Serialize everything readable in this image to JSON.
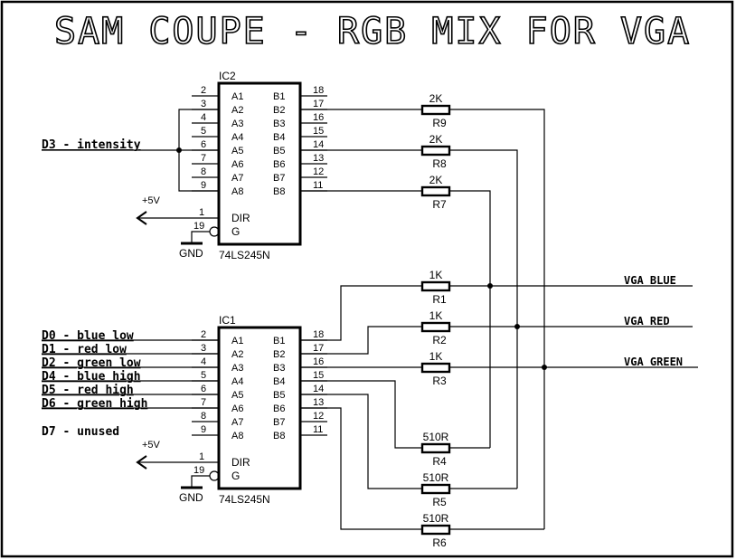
{
  "title": "SAM COUPE - RGB MIX FOR VGA",
  "ic2": {
    "ref": "IC2",
    "part": "74LS245N",
    "a_pins": [
      {
        "num": "2",
        "label": "A1"
      },
      {
        "num": "3",
        "label": "A2"
      },
      {
        "num": "4",
        "label": "A3"
      },
      {
        "num": "5",
        "label": "A4"
      },
      {
        "num": "6",
        "label": "A5"
      },
      {
        "num": "7",
        "label": "A6"
      },
      {
        "num": "8",
        "label": "A7"
      },
      {
        "num": "9",
        "label": "A8"
      }
    ],
    "b_pins": [
      {
        "num": "18",
        "label": "B1"
      },
      {
        "num": "17",
        "label": "B2"
      },
      {
        "num": "16",
        "label": "B3"
      },
      {
        "num": "15",
        "label": "B4"
      },
      {
        "num": "14",
        "label": "B5"
      },
      {
        "num": "13",
        "label": "B6"
      },
      {
        "num": "12",
        "label": "B7"
      },
      {
        "num": "11",
        "label": "B8"
      }
    ],
    "dir": {
      "num": "1",
      "label": "DIR"
    },
    "g": {
      "num": "19",
      "label": "G"
    },
    "vcc": "+5V",
    "gnd": "GND"
  },
  "ic1": {
    "ref": "IC1",
    "part": "74LS245N",
    "a_pins": [
      {
        "num": "2",
        "label": "A1"
      },
      {
        "num": "3",
        "label": "A2"
      },
      {
        "num": "4",
        "label": "A3"
      },
      {
        "num": "5",
        "label": "A4"
      },
      {
        "num": "6",
        "label": "A5"
      },
      {
        "num": "7",
        "label": "A6"
      },
      {
        "num": "8",
        "label": "A7"
      },
      {
        "num": "9",
        "label": "A8"
      }
    ],
    "b_pins": [
      {
        "num": "18",
        "label": "B1"
      },
      {
        "num": "17",
        "label": "B2"
      },
      {
        "num": "16",
        "label": "B3"
      },
      {
        "num": "15",
        "label": "B4"
      },
      {
        "num": "14",
        "label": "B5"
      },
      {
        "num": "13",
        "label": "B6"
      },
      {
        "num": "12",
        "label": "B7"
      },
      {
        "num": "11",
        "label": "B8"
      }
    ],
    "dir": {
      "num": "1",
      "label": "DIR"
    },
    "g": {
      "num": "19",
      "label": "G"
    },
    "vcc": "+5V",
    "gnd": "GND"
  },
  "inputs": {
    "intensity": "D3 - intensity",
    "ic1": [
      "D0 - blue low",
      "D1 - red low",
      "D2 - green low",
      "D4 - blue high",
      "D5 - red high",
      "D6 - green high"
    ],
    "unused": "D7 - unused"
  },
  "resistors": [
    {
      "ref": "R9",
      "value": "2K"
    },
    {
      "ref": "R8",
      "value": "2K"
    },
    {
      "ref": "R7",
      "value": "2K"
    },
    {
      "ref": "R1",
      "value": "1K"
    },
    {
      "ref": "R2",
      "value": "1K"
    },
    {
      "ref": "R3",
      "value": "1K"
    },
    {
      "ref": "R4",
      "value": "510R"
    },
    {
      "ref": "R5",
      "value": "510R"
    },
    {
      "ref": "R6",
      "value": "510R"
    }
  ],
  "outputs": [
    "VGA BLUE",
    "VGA RED",
    "VGA GREEN"
  ]
}
